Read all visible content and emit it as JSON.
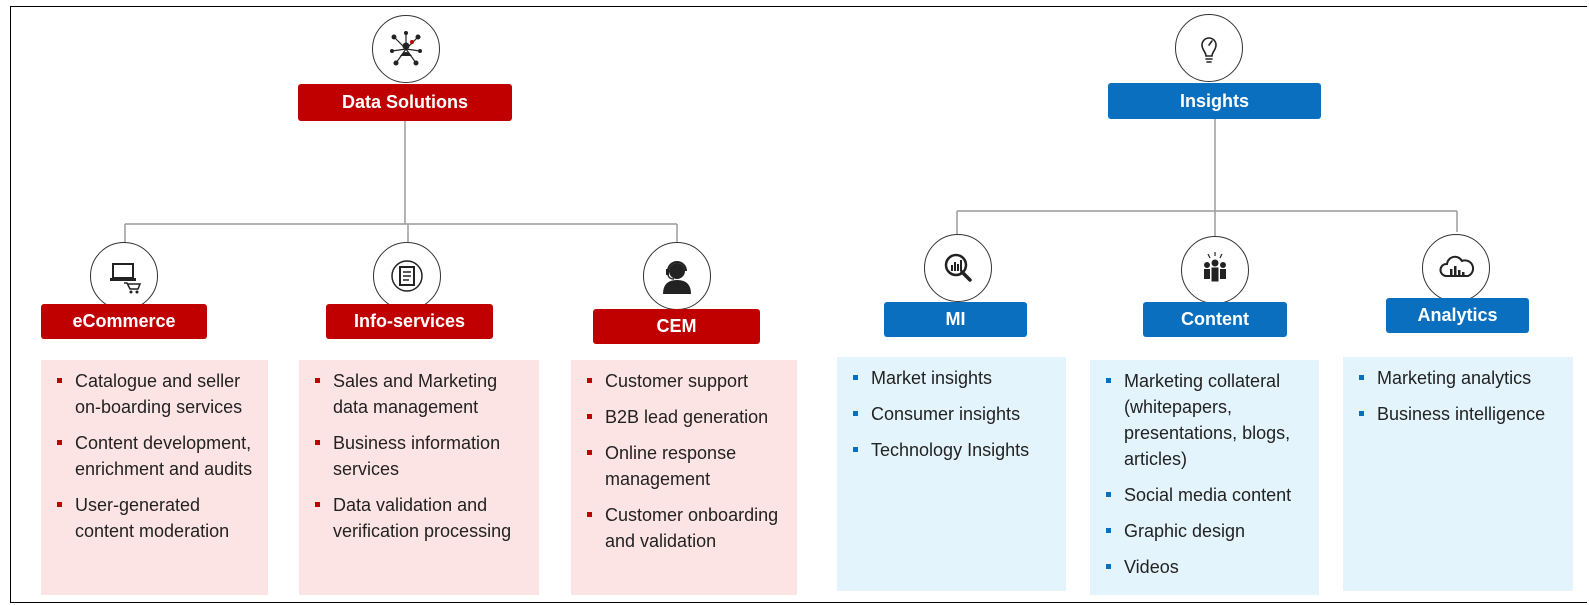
{
  "groups": {
    "data_solutions": {
      "title": "Data Solutions",
      "icon": "network-people-icon",
      "color": "#c00000",
      "children": {
        "ecommerce": {
          "title": "eCommerce",
          "icon": "laptop-cart-icon",
          "items": [
            "Catalogue and seller on-boarding services",
            "Content development, enrichment and audits",
            "User-generated content moderation"
          ]
        },
        "info_services": {
          "title": "Info-services",
          "icon": "document-icon",
          "items": [
            "Sales and Marketing data management",
            "Business information services",
            "Data validation and verification processing"
          ]
        },
        "cem": {
          "title": "CEM",
          "icon": "headset-agent-icon",
          "items": [
            "Customer support",
            "B2B lead generation",
            "Online response management",
            "Customer onboarding and validation"
          ]
        }
      }
    },
    "insights": {
      "title": "Insights",
      "icon": "lightbulb-icon",
      "color": "#0a6fbf",
      "children": {
        "mi": {
          "title": "MI",
          "icon": "magnifier-chart-icon",
          "items": [
            "Market insights",
            "Consumer insights",
            "Technology Insights"
          ]
        },
        "content": {
          "title": "Content",
          "icon": "team-presentation-icon",
          "items": [
            "Marketing collateral (whitepapers, presentations, blogs, articles)",
            "Social media content",
            "Graphic design",
            "Videos"
          ]
        },
        "analytics": {
          "title": "Analytics",
          "icon": "cloud-chart-icon",
          "items": [
            "Marketing analytics",
            "Business intelligence"
          ]
        }
      }
    }
  }
}
